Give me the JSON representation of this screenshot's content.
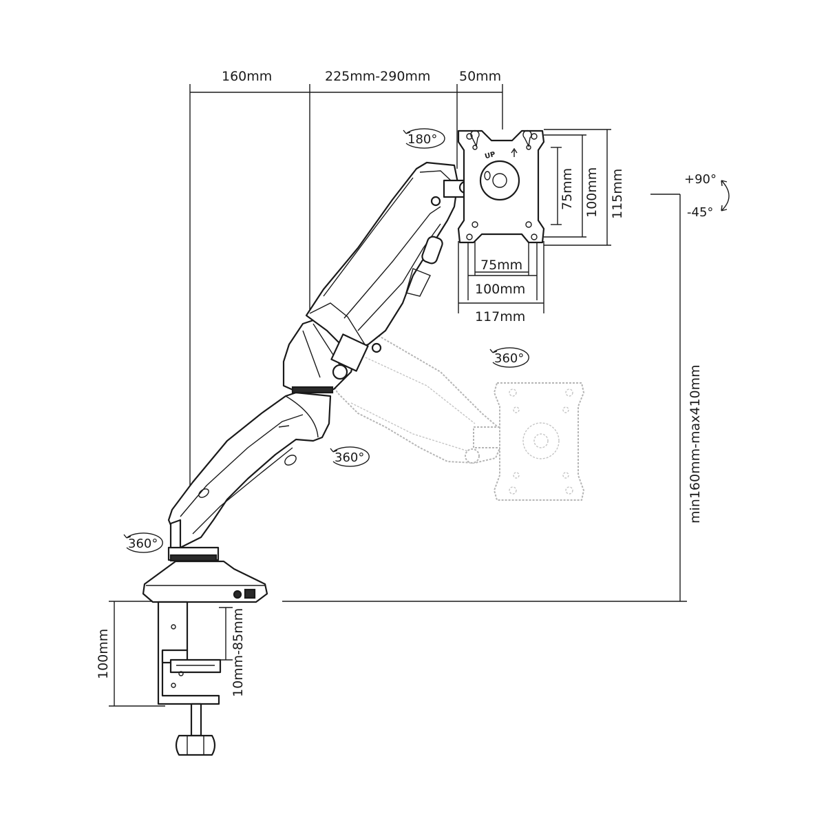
{
  "dimensions": {
    "arm_base_offset": "160mm",
    "arm_reach": "225mm-290mm",
    "tilt_head_depth": "50mm",
    "vesa_h_75": "75mm",
    "vesa_h_100": "100mm",
    "plate_width": "117mm",
    "vesa_v_75": "75mm",
    "vesa_v_100": "100mm",
    "plate_height": "115mm",
    "height_range": "min160mm-max410mm",
    "clamp_height": "100mm",
    "desk_thickness": "10mm-85mm"
  },
  "rotations": {
    "head_rotate": "180°",
    "head_swivel": "360°",
    "elbow_swivel": "360°",
    "base_swivel": "360°",
    "tilt_up": "+90°",
    "tilt_down": "-45°"
  },
  "plate": {
    "up_marking": "UP"
  }
}
